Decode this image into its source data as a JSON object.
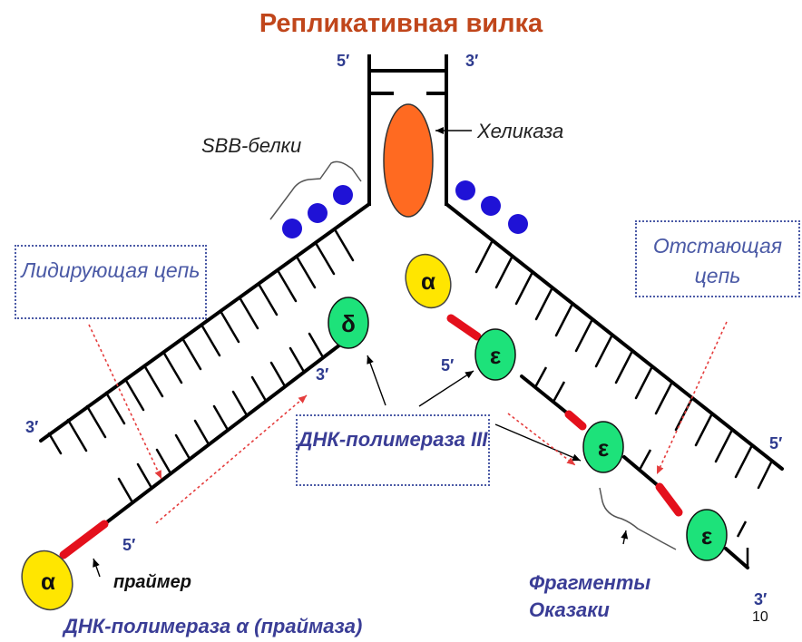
{
  "title": "Репликативная вилка",
  "labels": {
    "five_prime_top": "5′",
    "three_prime_top": "3′",
    "helicase": "Хеликаза",
    "ssb": "SBB-белки",
    "leading_strand": "Лидирующая цепь",
    "lagging_strand": "Отстающая цепь",
    "three_prime_left": "3′",
    "three_prime_leading_end": "3′",
    "five_prime_leading_end": "5′",
    "five_prime_lagging": "5′",
    "five_prime_right": "5′",
    "three_prime_bottom_right": "3′",
    "dna_pol_iii": "ДНК-полимераза III",
    "primer": "праймер",
    "okazaki": "Фрагменты Оказаки",
    "dna_pol_alpha": "ДНК-полимераза α (праймаза)",
    "page_number": "10"
  },
  "enzymes": {
    "delta": "δ",
    "epsilon": "ε",
    "alpha": "α"
  },
  "colors": {
    "title": "#c0461b",
    "strand": "#000000",
    "helicase": "#ff6a21",
    "ssb": "#1f12d6",
    "polymerase": "#1de27a",
    "alpha": "#ffe600",
    "primer": "#e4101c",
    "arrow_dotted": "#e53d3d",
    "box_border": "#4b5aa6"
  }
}
